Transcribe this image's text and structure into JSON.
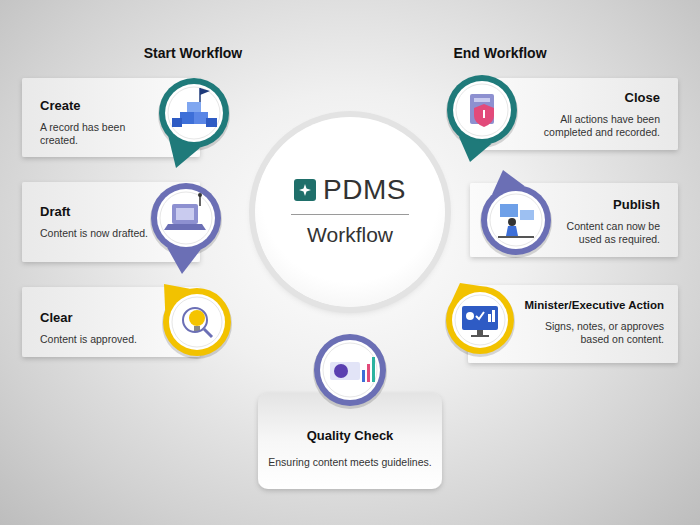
{
  "diagram": {
    "nodes": [
      {
        "text": [
          "Create",
          "A record has been created."
        ]
      },
      {
        "text": [
          "Draft",
          "Content is now drafted."
        ]
      },
      {
        "text": [
          "Clear",
          "Content is approved."
        ]
      },
      {
        "text": [
          "PDMS",
          "Workflow"
        ]
      },
      {
        "text": [
          "Close",
          "All actions have been completed and recorded."
        ]
      },
      {
        "text": [
          "Publish",
          "Content can now be used as required."
        ]
      },
      {
        "text": [
          "Minister/Executive Action",
          "Signs, notes, or approves based on content."
        ]
      },
      {
        "text": [
          "Quality Check",
          "Ensuring content meets guidelines."
        ]
      }
    ],
    "labels": [
      "Start Workflow",
      "End Workflow"
    ]
  }
}
